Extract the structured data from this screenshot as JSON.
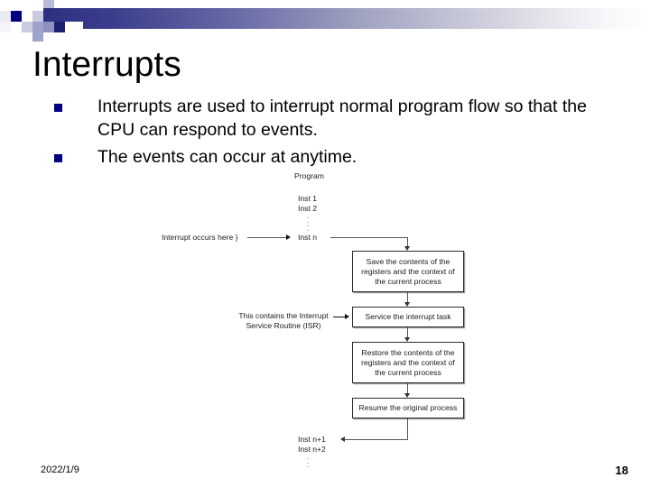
{
  "slide": {
    "title": "Interrupts",
    "bullets": [
      "Interrupts are used to interrupt normal program flow so that the CPU can respond to events.",
      "The events can occur at anytime."
    ]
  },
  "theme": {
    "accent_dark": "#2c2f80",
    "bullet_marker": "#000080",
    "text": "#000000"
  },
  "diagram": {
    "program_heading": "Program",
    "instructions_before": [
      "Inst 1",
      "Inst 2"
    ],
    "interrupt_point": "Inst n",
    "interrupt_label": "Interrupt occurs here }",
    "isr_label_line1": "This contains the Interrupt",
    "isr_label_line2": "Service Routine (ISR)",
    "steps": [
      "Save the contents of the registers and the context of the current process",
      "Service the interrupt task",
      "Restore the contents of the registers and the context of the current process",
      "Resume the original process"
    ],
    "instructions_after": [
      "Inst n+1",
      "Inst n+2"
    ],
    "ellipsis": "⋮"
  },
  "footer": {
    "date": "2022/1/9",
    "page_number": "18"
  }
}
